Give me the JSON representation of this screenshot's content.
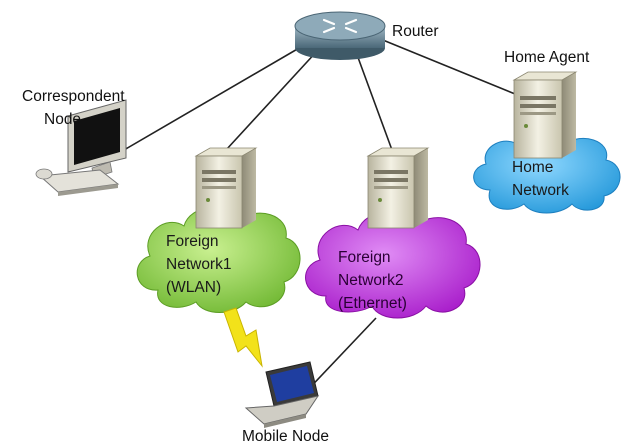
{
  "nodes": {
    "router": "Router",
    "home_agent": "Home Agent",
    "correspondent_line1": "Correspondent",
    "correspondent_line2": "Node",
    "home_network_line1": "Home",
    "home_network_line2": "Network",
    "foreign1_line1": "Foreign",
    "foreign1_line2": "Network1",
    "foreign1_line3": "(WLAN)",
    "foreign2_line1": "Foreign",
    "foreign2_line2": "Network2",
    "foreign2_line3": "(Ethernet)",
    "mobile_node": "Mobile Node"
  },
  "colors": {
    "home_cloud": "#2aa4e6",
    "foreign1_cloud": "#7ec83a",
    "foreign2_cloud": "#b01ed0",
    "router": "#5f7c8c",
    "lightning": "#f2e21a",
    "link": "#222222"
  }
}
